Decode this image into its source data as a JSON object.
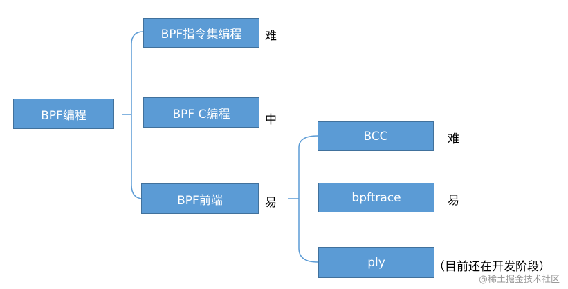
{
  "nodes": {
    "root": "BPF编程",
    "isa": "BPF指令集编程",
    "c": "BPF C编程",
    "frontend": "BPF前端",
    "bcc": "BCC",
    "bpftrace": "bpftrace",
    "ply": "ply"
  },
  "difficulty": {
    "isa": "难",
    "c": "中",
    "frontend": "易",
    "bcc": "难",
    "bpftrace": "易",
    "ply": "（目前还在开发阶段）"
  },
  "watermark": "@稀土掘金技术社区",
  "colors": {
    "box_fill": "#5b9bd5",
    "box_border": "#41719c",
    "connector": "#5b9bd5"
  }
}
